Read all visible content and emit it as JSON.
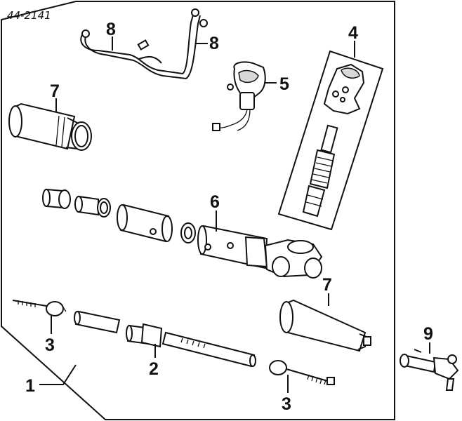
{
  "diagram": {
    "code": "44-2141",
    "callouts": {
      "c1": "1",
      "c2": "2",
      "c3a": "3",
      "c3b": "3",
      "c4": "4",
      "c5": "5",
      "c6": "6",
      "c7a": "7",
      "c7b": "7",
      "c8a": "8",
      "c8b": "8",
      "c9": "9"
    }
  }
}
